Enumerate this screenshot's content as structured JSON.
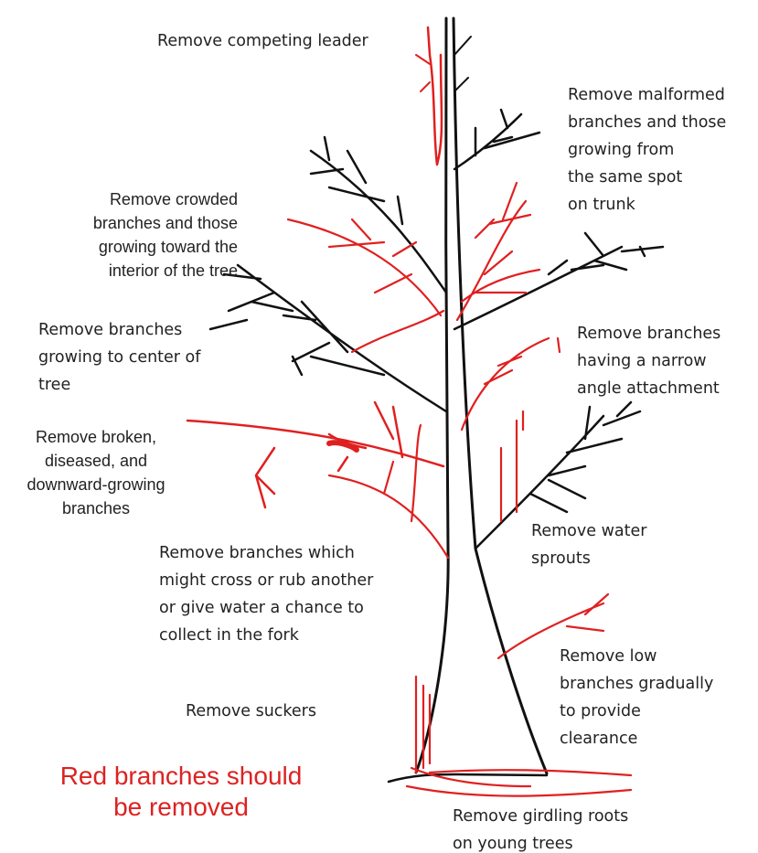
{
  "colors": {
    "removed": "#e02020",
    "kept": "#111111",
    "text": "#222222",
    "legend_text": "#dd2222"
  },
  "labels": {
    "competing_leader": [
      "Remove competing leader"
    ],
    "malformed": [
      "Remove malformed",
      "branches and those",
      "growing from",
      "the same spot",
      "on trunk"
    ],
    "crowded": [
      "Remove crowded",
      "branches and those",
      "growing toward the",
      "interior of the tree"
    ],
    "center": [
      "Remove branches",
      "growing to center of",
      "tree"
    ],
    "narrow_angle": [
      "Remove branches",
      "having a narrow",
      "angle attachment"
    ],
    "broken": [
      "Remove broken,",
      "diseased, and",
      "downward-growing",
      "branches"
    ],
    "water_sprouts": [
      "Remove water",
      "sprouts"
    ],
    "cross": [
      "Remove branches which",
      "might cross or rub another",
      "or give water a chance to",
      "collect in the fork"
    ],
    "low_branches": [
      "Remove low",
      "branches gradually",
      "to provide",
      "clearance"
    ],
    "suckers": [
      "Remove suckers"
    ],
    "girdling": [
      "Remove girdling roots",
      "on young trees"
    ]
  },
  "legend": [
    "Red branches should",
    "be removed"
  ]
}
